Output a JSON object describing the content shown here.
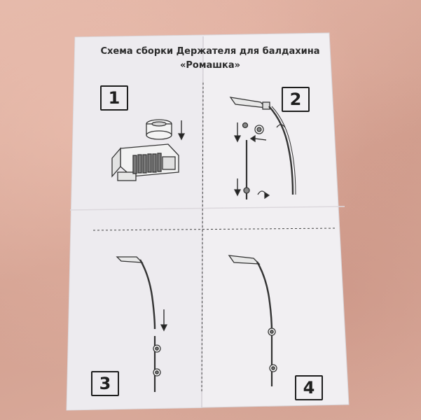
{
  "sheet": {
    "title_line1": "Схема сборки Держателя для балдахина",
    "title_line2": "«Ромашка»"
  },
  "steps": [
    {
      "number": "1",
      "icon": "clamp-assembly-icon"
    },
    {
      "number": "2",
      "icon": "rod-bracket-assembly-icon"
    },
    {
      "number": "3",
      "icon": "rod-clip-attach-icon"
    },
    {
      "number": "4",
      "icon": "assembled-holder-icon"
    }
  ],
  "colors": {
    "fabric": "#d9a99a",
    "paper": "#f1eff2",
    "ink": "#1e1e1e"
  }
}
